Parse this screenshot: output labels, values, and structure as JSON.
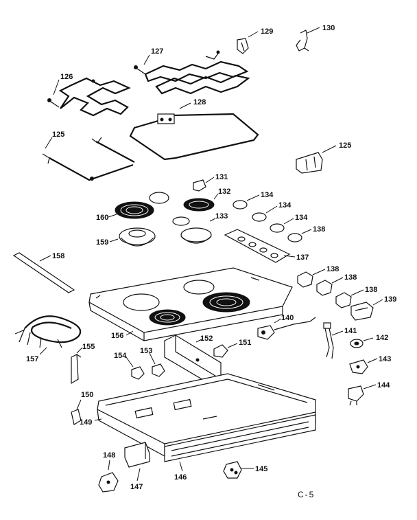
{
  "diagram_code": "C-5",
  "labels": {
    "p125a": "125",
    "p125b": "125",
    "p126": "126",
    "p127": "127",
    "p128": "128",
    "p129": "129",
    "p130": "130",
    "p131": "131",
    "p132": "132",
    "p133": "133",
    "p134a": "134",
    "p134b": "134",
    "p134c": "134",
    "p138a": "138",
    "p138b": "138",
    "p138c": "138",
    "p138d": "138",
    "p137": "137",
    "p139": "139",
    "p140": "140",
    "p141": "141",
    "p142": "142",
    "p143": "143",
    "p144": "144",
    "p145": "145",
    "p146": "146",
    "p147": "147",
    "p148": "148",
    "p149": "149",
    "p150": "150",
    "p151": "151",
    "p152": "152",
    "p153": "153",
    "p154": "154",
    "p155": "155",
    "p156": "156",
    "p157": "157",
    "p158": "158",
    "p159": "159",
    "p160": "160"
  }
}
